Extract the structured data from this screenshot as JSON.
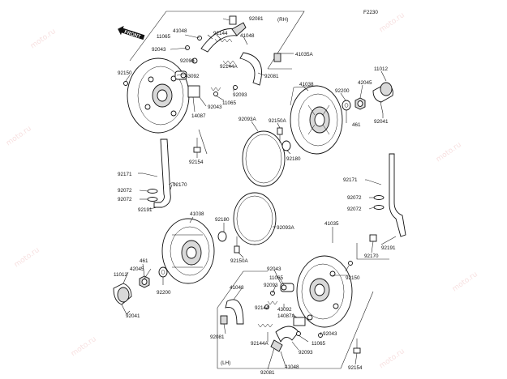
{
  "figure_code": "F2230",
  "front_label": "FRONT",
  "side_rh": "(RH)",
  "side_lh": "(LH)",
  "watermark": "moto.ru",
  "callouts": {
    "c92081a": "92081",
    "c11065a": "11065",
    "c41048a": "41048",
    "c92144a": "92144",
    "c41048b": "41048",
    "c92043a": "92043",
    "c92093a": "92093",
    "c41035a": "41035A",
    "c92150a": "92150",
    "c43092a": "43092",
    "c92144Aa": "92144A",
    "c92081b": "92081",
    "c11065b": "11065",
    "c92093b": "92093",
    "c92043b": "92043",
    "c14087a": "14087",
    "c92154a": "92154",
    "c41038a": "41038",
    "c92200a": "92200",
    "c42045a": "42045",
    "c11012a": "11012",
    "c461a": "461",
    "c92041a": "92041",
    "c92093Aa": "92093A",
    "c92150Aa": "92150A",
    "c92180a": "92180",
    "c92171a": "92171",
    "c92072a": "92072",
    "c92072b": "92072",
    "c92170a": "92170",
    "c92191a": "92191",
    "c92171b": "92171",
    "c92072c": "92072",
    "c92072d": "92072",
    "c41038b": "41038",
    "c92180b": "92180",
    "c92093Ab": "92093A",
    "c41035": "41035",
    "c92191b": "92191",
    "c92150Ab": "92150A",
    "c92170b": "92170",
    "c461b": "461",
    "c11012b": "11012",
    "c42045b": "42045",
    "c92200b": "92200",
    "c92041b": "92041",
    "c92043c": "92043",
    "c11065c": "11065",
    "c92093c": "92093",
    "c41048c": "41048",
    "c92150b": "92150",
    "c43092b": "43092",
    "c92144b": "92144",
    "c14087Ab": "14087A",
    "c92081c": "92081",
    "c92144Ab": "92144A",
    "c92043d": "92043",
    "c11065d": "11065",
    "c92093d": "92093",
    "c41048d": "41048",
    "c92081d": "92081",
    "c92154b": "92154"
  }
}
